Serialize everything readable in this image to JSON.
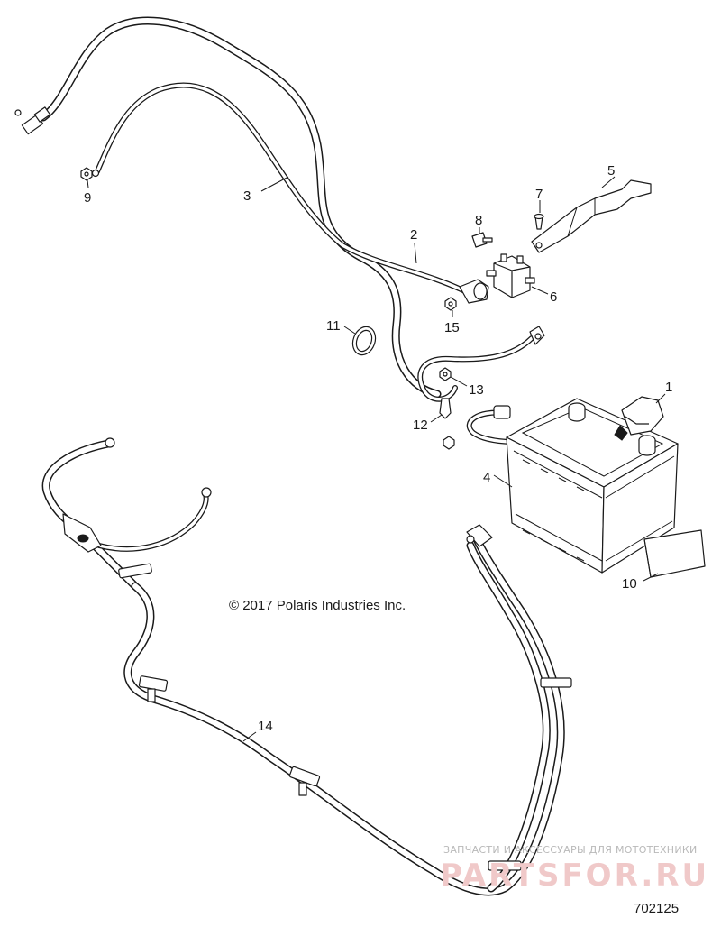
{
  "copyright": "© 2017 Polaris Industries Inc.",
  "drawing_number": "702125",
  "watermark": {
    "line1": "ЗАПЧАСТИ И АКСЕССУАРЫ ДЛЯ МОТОТЕХНИКИ",
    "line2": "PARTSFOR.RU"
  },
  "callouts": [
    {
      "id": "c1",
      "label": "1"
    },
    {
      "id": "c2",
      "label": "2"
    },
    {
      "id": "c3",
      "label": "3"
    },
    {
      "id": "c4",
      "label": "4"
    },
    {
      "id": "c5",
      "label": "5"
    },
    {
      "id": "c6",
      "label": "6"
    },
    {
      "id": "c7",
      "label": "7"
    },
    {
      "id": "c8",
      "label": "8"
    },
    {
      "id": "c9",
      "label": "9"
    },
    {
      "id": "c10",
      "label": "10"
    },
    {
      "id": "c11",
      "label": "11"
    },
    {
      "id": "c12",
      "label": "12"
    },
    {
      "id": "c13",
      "label": "13"
    },
    {
      "id": "c14",
      "label": "14"
    },
    {
      "id": "c15",
      "label": "15"
    }
  ]
}
